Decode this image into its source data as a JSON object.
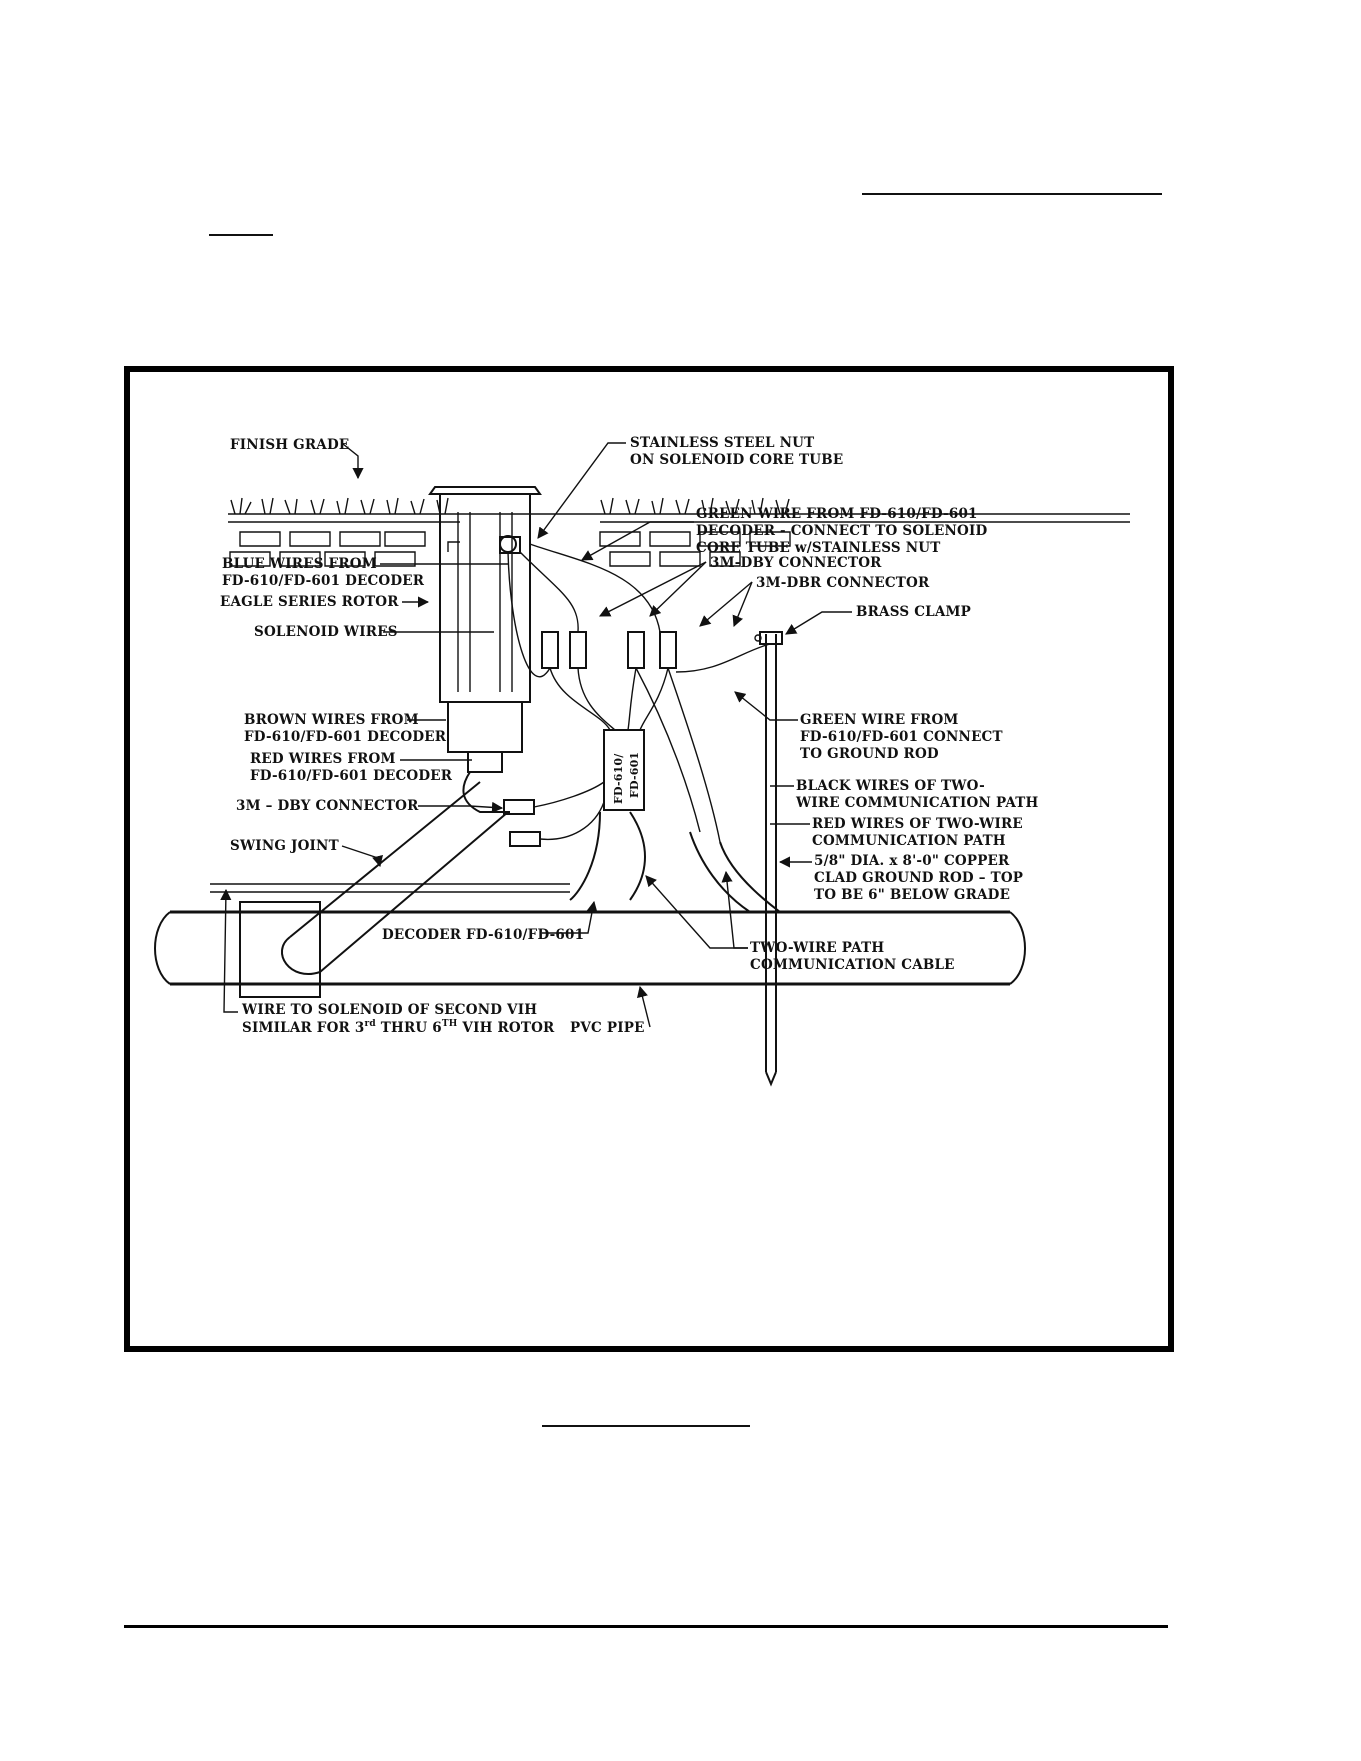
{
  "callouts": {
    "finish_grade": "FINISH GRADE",
    "steel_nut_1": "STAINLESS STEEL NUT",
    "steel_nut_2": "ON SOLENOID CORE TUBE",
    "green_decoder_1": "GREEN WIRE FROM FD-610/FD-601",
    "green_decoder_2": "DECODER - CONNECT TO SOLENOID",
    "green_decoder_3": "CORE TUBE w/STAINLESS NUT",
    "dby_top": "3M-DBY CONNECTOR",
    "dbr": "3M-DBR CONNECTOR",
    "brass_clamp": "BRASS CLAMP",
    "blue_wires_1": "BLUE WIRES FROM",
    "blue_wires_2": "FD-610/FD-601 DECODER",
    "eagle_rotor": "EAGLE SERIES ROTOR",
    "solenoid_wires": "SOLENOID WIRES",
    "brown_wires_1": "BROWN WIRES FROM",
    "brown_wires_2": "FD-610/FD-601 DECODER",
    "red_wires_1": "RED WIRES FROM",
    "red_wires_2": "FD-610/FD-601 DECODER",
    "dby_bottom": "3M – DBY CONNECTOR",
    "swing_joint": "SWING JOINT",
    "green_ground_1": "GREEN WIRE FROM",
    "green_ground_2": "FD-610/FD-601 CONNECT",
    "green_ground_3": "TO GROUND ROD",
    "black_wires_1": "BLACK WIRES OF TWO-",
    "black_wires_2": "WIRE COMMUNICATION PATH",
    "red_path_1": "RED WIRES OF TWO-WIRE",
    "red_path_2": "COMMUNICATION PATH",
    "ground_rod_1": "5/8\" DIA. x 8'-0\" COPPER",
    "ground_rod_2": "CLAD GROUND ROD – TOP",
    "ground_rod_3": "TO BE 6\" BELOW GRADE",
    "decoder": "DECODER FD-610/FD-601",
    "two_wire_1": "TWO-WIRE PATH",
    "two_wire_2": "COMMUNICATION CABLE",
    "second_vih_1": "WIRE TO SOLENOID OF SECOND VIH",
    "second_vih_2a": "SIMILAR FOR 3",
    "second_vih_sup1": "rd",
    "second_vih_2b": " THRU 6",
    "second_vih_sup2": "TH",
    "second_vih_2c": " VIH ROTOR",
    "pvc_pipe": "PVC PIPE",
    "decoder_box_1": "FD-610/",
    "decoder_box_2": "FD-601"
  }
}
